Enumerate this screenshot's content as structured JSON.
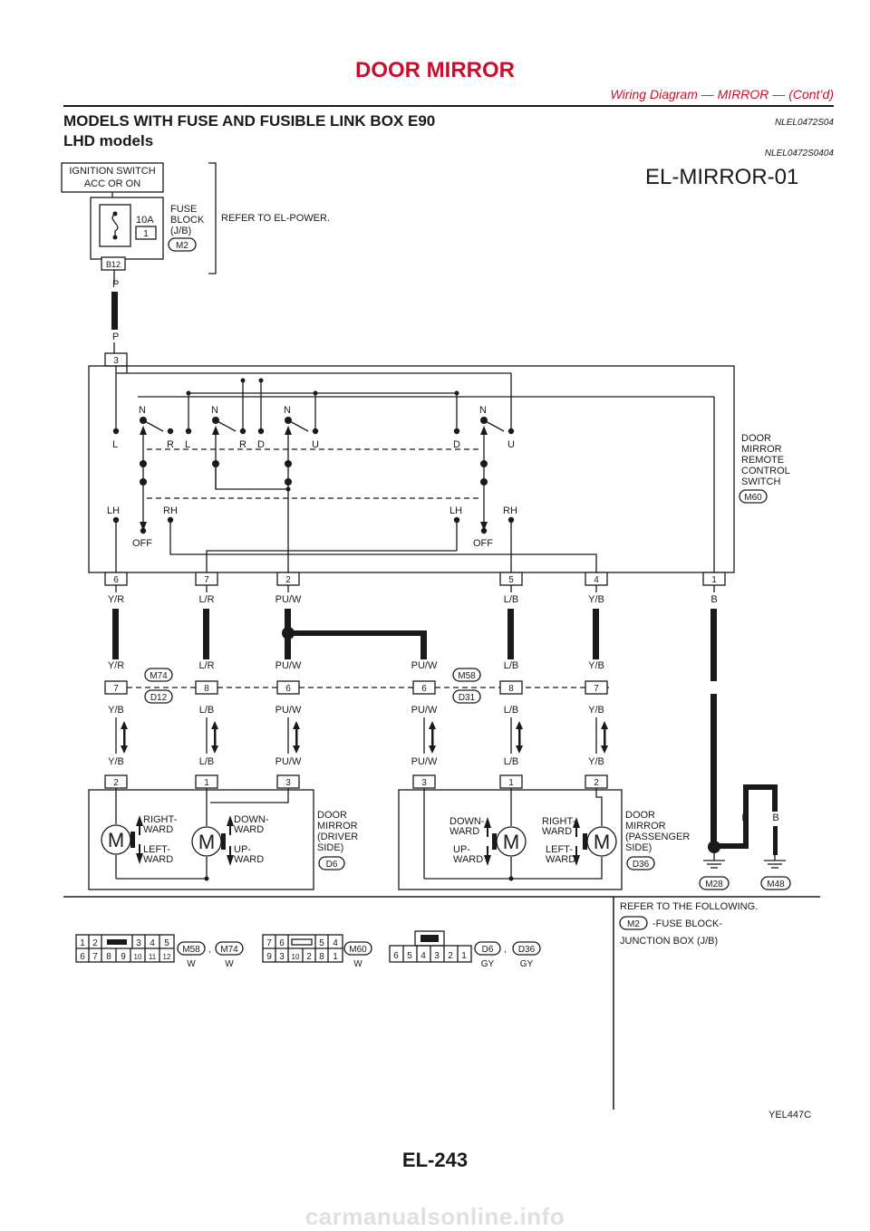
{
  "header": {
    "title": "DOOR MIRROR",
    "subtitle": "Wiring Diagram — MIRROR — (Cont’d)"
  },
  "section": {
    "title": "MODELS WITH FUSE AND FUSIBLE LINK BOX E90",
    "code": "NLEL0472S04",
    "subtitle": "LHD models",
    "subcode": "NLEL0472S0404"
  },
  "diagram": {
    "id": "EL-MIRROR-01",
    "ignition": [
      "IGNITION SWITCH",
      "ACC OR ON"
    ],
    "fuse_amp": "10A",
    "fuse_no": "1",
    "fuse_block": [
      "FUSE",
      "BLOCK",
      "(J/B)"
    ],
    "fuse_conn": "M2",
    "fuse_term": "B12",
    "refer_power": "REFER TO EL-POWER.",
    "wire_p": "P",
    "sw_term_top": "3",
    "switch_name": [
      "DOOR",
      "MIRROR",
      "REMOTE",
      "CONTROL",
      "SWITCH"
    ],
    "switch_conn": "M60",
    "contacts": {
      "n": "N",
      "l": "L",
      "r": "R",
      "d": "D",
      "u": "U",
      "lh": "LH",
      "rh": "RH",
      "off": "OFF"
    },
    "switch_pins": [
      "6",
      "7",
      "2",
      "5",
      "4",
      "1"
    ],
    "wires_top": [
      "Y/R",
      "L/R",
      "PU/W",
      "L/B",
      "Y/B",
      "B"
    ],
    "left_joint": {
      "conn_top": "M74",
      "conn_bot": "D12",
      "pins": [
        "7",
        "8",
        "6"
      ],
      "upper": [
        "Y/R",
        "L/R",
        "PU/W"
      ],
      "lower": [
        "Y/B",
        "L/B",
        "PU/W"
      ]
    },
    "right_joint": {
      "conn_top": "M58",
      "conn_bot": "D31",
      "pins": [
        "6",
        "8",
        "7"
      ],
      "upper": [
        "PU/W",
        "L/B",
        "Y/B"
      ],
      "lower": [
        "PU/W",
        "L/B",
        "Y/B"
      ]
    },
    "motor_wires_left": [
      "Y/B",
      "L/B",
      "PU/W"
    ],
    "motor_wires_right": [
      "PU/W",
      "L/B",
      "Y/B"
    ],
    "motor_pins_left": [
      "2",
      "1",
      "3"
    ],
    "motor_pins_right": [
      "3",
      "1",
      "2"
    ],
    "motor_symbol": "M",
    "driver_mirror": {
      "m1_up": [
        "RIGHT-",
        "WARD"
      ],
      "m1_dn": [
        "LEFT-",
        "WARD"
      ],
      "m2_up": [
        "DOWN-",
        "WARD"
      ],
      "m2_dn": [
        "UP-",
        "WARD"
      ],
      "name": [
        "DOOR",
        "MIRROR",
        "(DRIVER",
        "SIDE)"
      ],
      "conn": "D6"
    },
    "passenger_mirror": {
      "m1_up": [
        "DOWN-",
        "WARD"
      ],
      "m1_dn": [
        "UP-",
        "WARD"
      ],
      "m2_up": [
        "RIGHT-",
        "WARD"
      ],
      "m2_dn": [
        "LEFT-",
        "WARD"
      ],
      "name": [
        "DOOR",
        "MIRROR",
        "(PASSENGER",
        "SIDE)"
      ],
      "conn": "D36"
    },
    "ground_wires": [
      "B",
      "B",
      "B"
    ],
    "grounds": [
      "M28",
      "M48"
    ]
  },
  "connectors": {
    "c1": {
      "top": [
        "1",
        "2",
        "3",
        "4",
        "5"
      ],
      "bottom": [
        "6",
        "7",
        "8",
        "9",
        "10",
        "11",
        "12"
      ],
      "names": [
        "M58",
        "M74"
      ],
      "colors": [
        "W",
        "W"
      ]
    },
    "c2": {
      "top": [
        "7",
        "6",
        "5",
        "4"
      ],
      "bottom": [
        "9",
        "3",
        "10",
        "2",
        "8",
        "1"
      ],
      "name": "M60",
      "color": "W"
    },
    "c3": {
      "bottom": [
        "6",
        "5",
        "4",
        "3",
        "2",
        "1"
      ],
      "names": [
        "D6",
        "D36"
      ],
      "colors": [
        "GY",
        "GY"
      ]
    },
    "separator": ","
  },
  "refer": {
    "title": "REFER TO THE FOLLOWING.",
    "conn": "M2",
    "desc1": "-FUSE BLOCK-",
    "desc2": "JUNCTION BOX (J/B)"
  },
  "figure_code": "YEL447C",
  "page_number": "EL-243",
  "watermark": "carmanualsonline.info",
  "colors": {
    "header": "#c8102e",
    "ink": "#1a1a1a",
    "watermark": "#e0e0e0"
  }
}
